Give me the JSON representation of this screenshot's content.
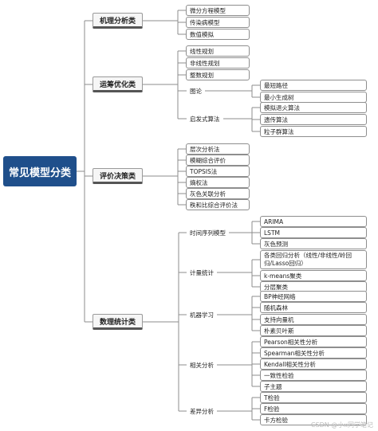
{
  "root": {
    "label": "常见模型分类"
  },
  "categories": [
    {
      "label": "机理分析类",
      "children": [
        {
          "label": "微分方程模型"
        },
        {
          "label": "传染病模型"
        },
        {
          "label": "数值模拟"
        }
      ]
    },
    {
      "label": "运筹优化类",
      "children": [
        {
          "label": "线性规划"
        },
        {
          "label": "非线性规划"
        },
        {
          "label": "整数规划"
        },
        {
          "label": "图论",
          "children": [
            {
              "label": "最短路径"
            },
            {
              "label": "最小生成树"
            }
          ]
        },
        {
          "label": "启发式算法",
          "children": [
            {
              "label": "模拟退火算法"
            },
            {
              "label": "遗传算法"
            },
            {
              "label": "粒子群算法"
            }
          ]
        }
      ]
    },
    {
      "label": "评价决策类",
      "children": [
        {
          "label": "层次分析法"
        },
        {
          "label": "模糊综合评价"
        },
        {
          "label": "TOPSIS法"
        },
        {
          "label": "熵权法"
        },
        {
          "label": "灰色关联分析"
        },
        {
          "label": "秩和比综合评价法"
        }
      ]
    },
    {
      "label": "数理统计类",
      "children": [
        {
          "label": "时间序列模型",
          "children": [
            {
              "label": "ARIMA"
            },
            {
              "label": "LSTM"
            },
            {
              "label": "灰色预测"
            }
          ]
        },
        {
          "label": "计量统计",
          "children": [
            {
              "label": "各类回归分析（线性/非线性/岭回归/Lasso回归）"
            },
            {
              "label": "k-means聚类"
            },
            {
              "label": "分层聚类"
            }
          ]
        },
        {
          "label": "机器学习",
          "children": [
            {
              "label": "BP神经网络"
            },
            {
              "label": "随机森林"
            },
            {
              "label": "支持向量机"
            },
            {
              "label": "朴素贝叶斯"
            }
          ]
        },
        {
          "label": "相关分析",
          "children": [
            {
              "label": "Pearson相关性分析"
            },
            {
              "label": "Spearman相关性分析"
            },
            {
              "label": "Kendall相关性分析"
            },
            {
              "label": "一致性检验"
            },
            {
              "label": "子主题"
            }
          ]
        },
        {
          "label": "差异分析",
          "children": [
            {
              "label": "T检验"
            },
            {
              "label": "F检验"
            },
            {
              "label": "卡方检验"
            }
          ]
        }
      ]
    }
  ],
  "watermark": "CSDN @小x同学笔记",
  "colors": {
    "root_fill": "#1f4f8b",
    "connector": "#8c8c8c"
  }
}
